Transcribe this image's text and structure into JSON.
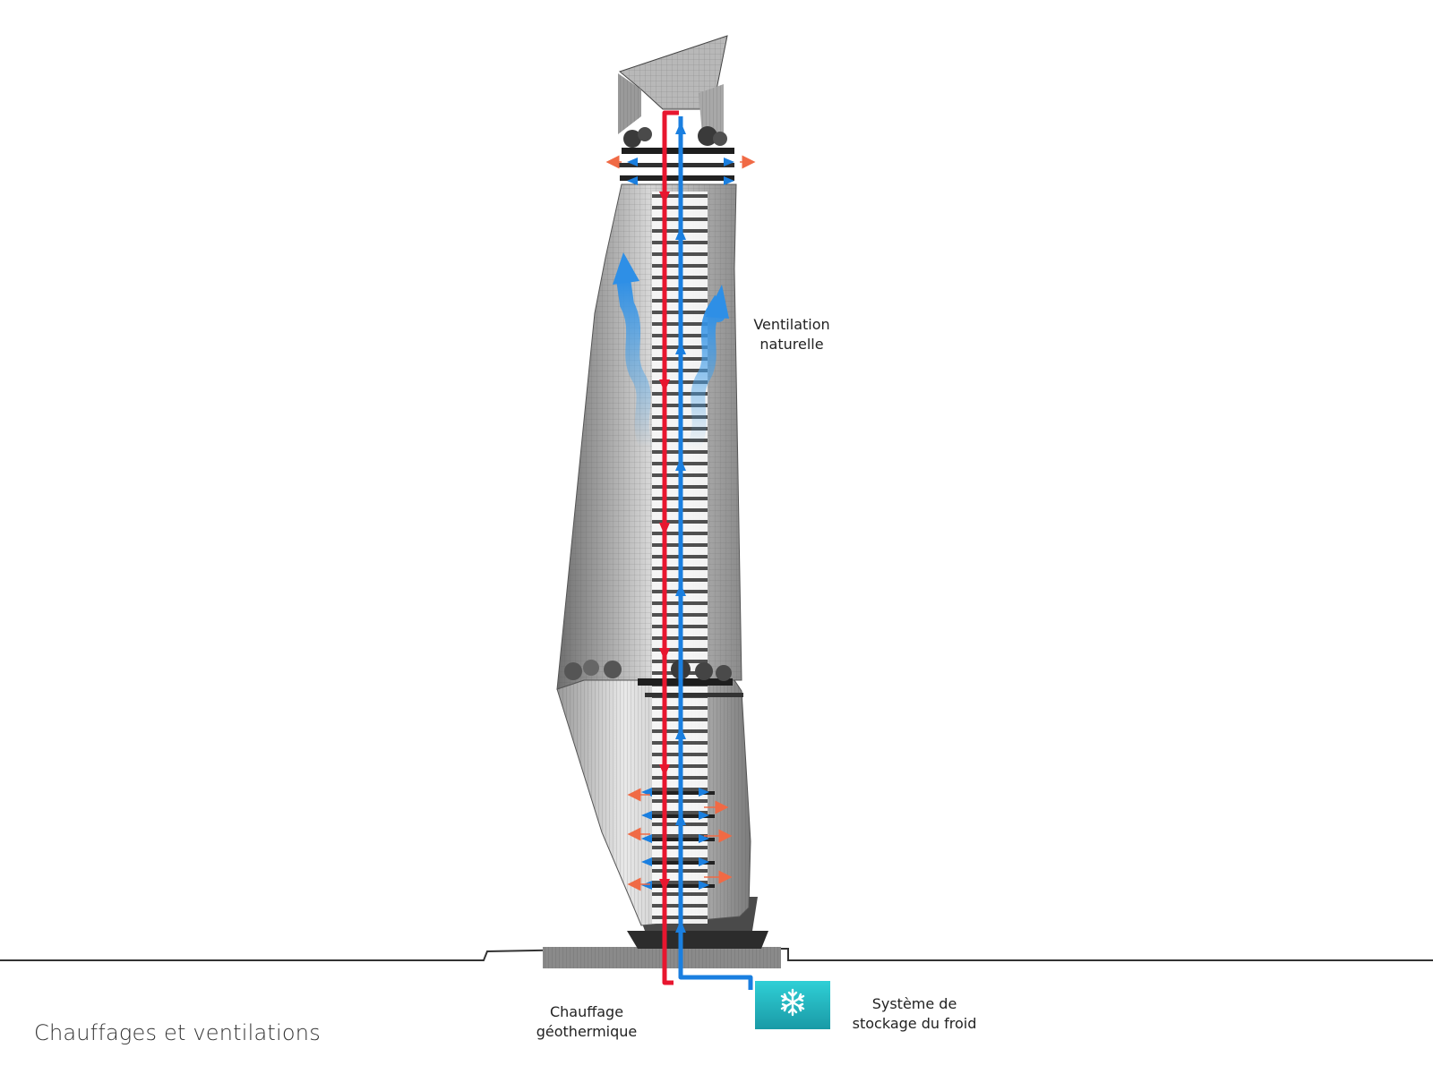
{
  "title": "Chauffages et ventilations",
  "labels": {
    "ventilation_line1": "Ventilation",
    "ventilation_line2": "naturelle",
    "geothermal_line1": "Chauffage",
    "geothermal_line2": "géothermique",
    "cold_storage_line1": "Système de",
    "cold_storage_line2": "stockage du froid"
  },
  "icons": {
    "cold_storage": "snowflake-icon"
  },
  "colors": {
    "hot_loop": "#e8162f",
    "cold_loop": "#1a7fe0",
    "air_flow": "#4aa3ea",
    "exhaust_arrows": "#f06a45",
    "cold_storage_box": "#2ec6d0",
    "ground_line": "#333333"
  }
}
